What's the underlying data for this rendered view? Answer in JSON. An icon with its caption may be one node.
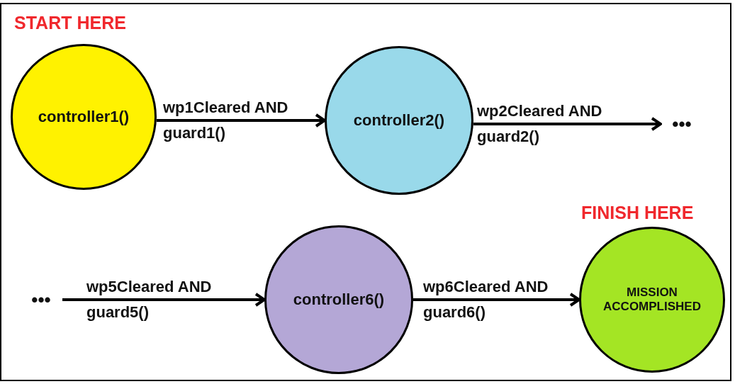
{
  "diagram": {
    "nodes": [
      {
        "text": [
          "controller1()"
        ],
        "beside": [
          "START HERE"
        ]
      },
      {
        "text": [
          "controller2()"
        ]
      },
      {
        "text": [
          "•••"
        ]
      },
      {
        "text": [
          "•••"
        ]
      },
      {
        "text": [
          "controller6()"
        ]
      },
      {
        "text": [
          "MISSION ACCOMPLISHED"
        ],
        "beside": [
          "FINISH HERE"
        ]
      }
    ],
    "edges": [
      {
        "from": 0,
        "to": 1,
        "arrow": "to",
        "label": "wp1Cleared AND guard1()"
      },
      {
        "from": 1,
        "to": 2,
        "arrow": "to",
        "label": "wp2Cleared AND guard2()"
      },
      {
        "from": 3,
        "to": 4,
        "arrow": "to",
        "label": "wp5Cleared AND guard5()"
      },
      {
        "from": 4,
        "to": 5,
        "arrow": "to",
        "label": "wp6Cleared AND guard6()"
      }
    ]
  }
}
